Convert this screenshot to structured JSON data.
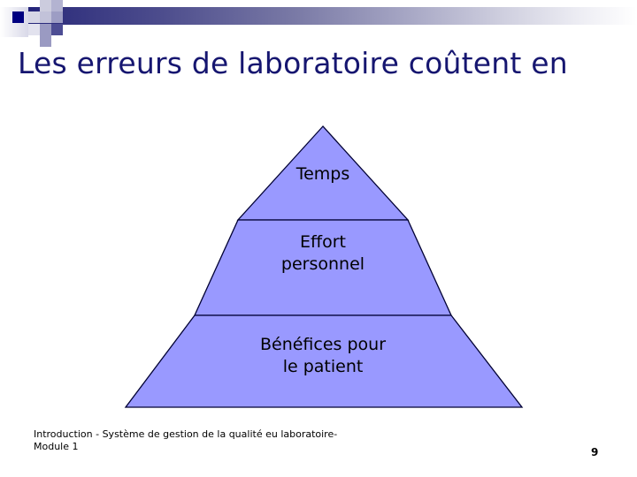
{
  "slide": {
    "title": "Les erreurs de laboratoire coûtent en",
    "page_number": "9",
    "footer_text": "Introduction - Système de gestion de la qualité eu laboratoire-\nModule 1"
  },
  "theme": {
    "title_color": "#161670",
    "banner_dark": "#23237a",
    "banner_light": "#ffffff",
    "accent_square": "#000080",
    "pyramid_fill": "#9999ff",
    "pyramid_stroke": "#000033",
    "text_color": "#000000"
  },
  "pyramid": {
    "levels": [
      {
        "label": "Temps"
      },
      {
        "label": "Effort\npersonnel"
      },
      {
        "label": "Bénéfices pour\nle patient"
      }
    ]
  }
}
